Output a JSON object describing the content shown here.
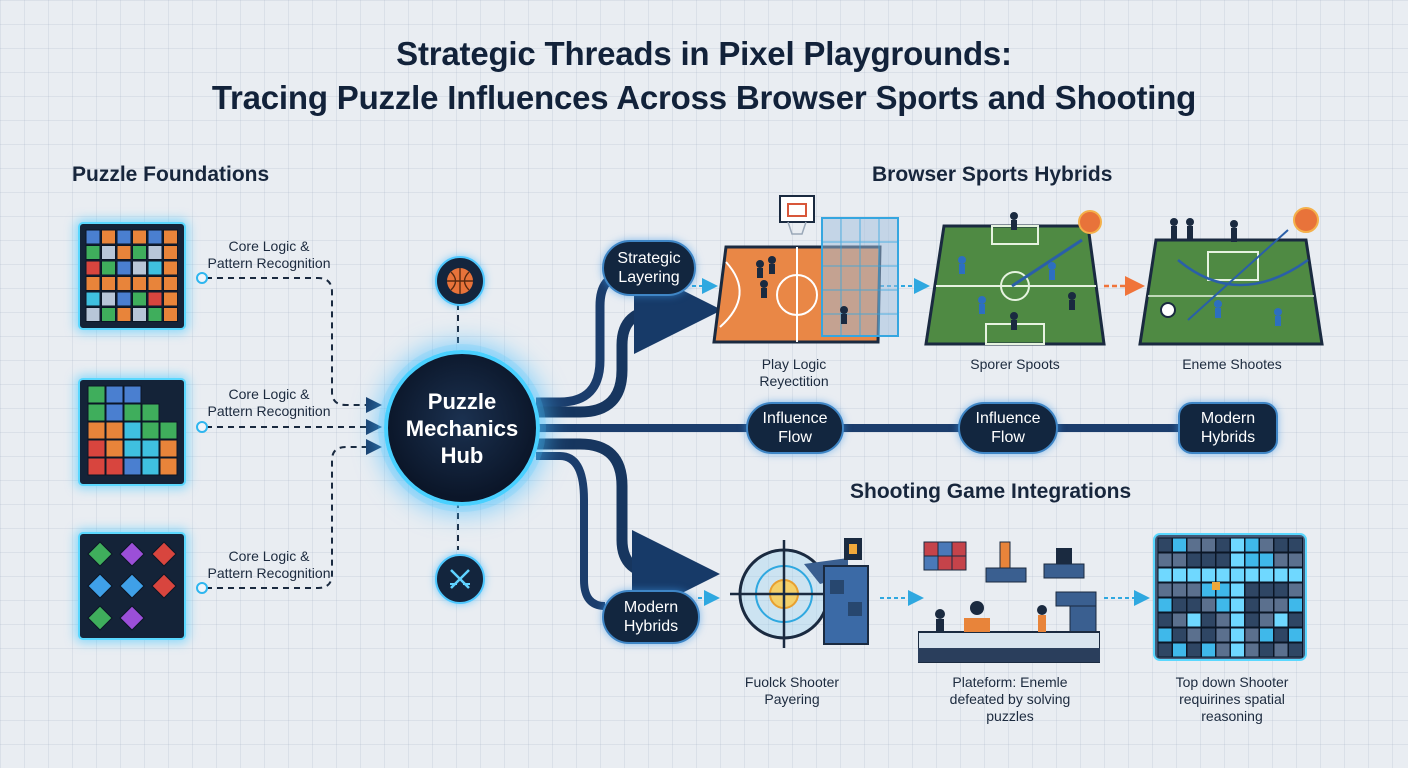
{
  "title_line1": "Strategic Threads in Pixel Playgrounds:",
  "title_line2": "Tracing Puzzle Influences Across Browser Sports and Shooting",
  "sections": {
    "puzzle": "Puzzle Foundations",
    "sports": "Browser Sports Hybrids",
    "shooting": "Shooting Game Integrations"
  },
  "foundations": [
    {
      "label_line1": "Core Logic &",
      "label_line2": "Pattern Recognition"
    },
    {
      "label_line1": "Core Logic &",
      "label_line2": "Pattern Recognition"
    },
    {
      "label_line1": "Core Logic &",
      "label_line2": "Pattern Recognition"
    }
  ],
  "hub": {
    "line1": "Puzzle",
    "line2": "Mechanics",
    "line3": "Hub",
    "top_icon": "basketball-icon",
    "bottom_icon": "crosshair-icon"
  },
  "pills": {
    "strategic_line1": "Strategic",
    "strategic_line2": "Layering",
    "influence1_line1": "Influence",
    "influence1_line2": "Flow",
    "influence2_line1": "Influence",
    "influence2_line2": "Flow",
    "modern_right_line1": "Modern",
    "modern_right_line2": "Hybrids",
    "modern_left_line1": "Modern",
    "modern_left_line2": "Hybrids"
  },
  "sports_captions": [
    {
      "line1": "Play Logic",
      "line2": "Reyectition"
    },
    {
      "line1": "Sporer Spoots",
      "line2": ""
    },
    {
      "line1": "Eneme Shootes",
      "line2": ""
    }
  ],
  "shooting_captions": [
    {
      "line1": "Fuolck Shooter",
      "line2": "Payering",
      "line3": ""
    },
    {
      "line1": "Plateform: Enemle",
      "line2": "defeated by solving",
      "line3": "puzzles"
    },
    {
      "line1": "Top down Shooter",
      "line2": "requirines spatial",
      "line3": "reasoning"
    }
  ],
  "colors": {
    "accent": "#49d0ff",
    "navy": "#12263f",
    "court_orange": "#e98746",
    "field_green": "#4f8a43",
    "arrow_blue": "#1d3f6e",
    "arrow_orange": "#f0743a"
  }
}
